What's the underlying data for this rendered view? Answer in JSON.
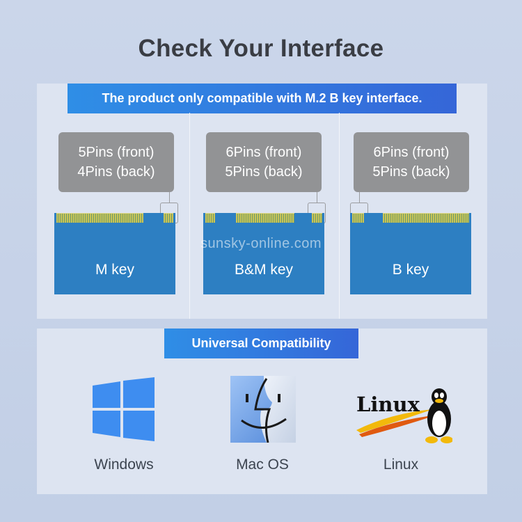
{
  "title": "Check Your Interface",
  "compat_banner": "The product only compatible with M.2 B key interface.",
  "keys": [
    {
      "pins_front": "5Pins (front)",
      "pins_back": "4Pins (back)",
      "label": "M key"
    },
    {
      "pins_front": "6Pins (front)",
      "pins_back": "5Pins (back)",
      "label": "B&M key"
    },
    {
      "pins_front": "6Pins (front)",
      "pins_back": "5Pins (back)",
      "label": "B key"
    }
  ],
  "watermark": "sunsky-online.com",
  "universal_banner": "Universal Compatibility",
  "os": [
    {
      "label": "Windows",
      "icon": "windows-logo-icon"
    },
    {
      "label": "Mac OS",
      "icon": "macos-finder-icon"
    },
    {
      "label": "Linux",
      "icon": "linux-tux-logo-icon",
      "logo_text": "Linux"
    }
  ],
  "colors": {
    "banner_start": "#2f8ee6",
    "banner_end": "#3566d8",
    "card": "#2d7fc2",
    "pin_box": "#929395"
  }
}
